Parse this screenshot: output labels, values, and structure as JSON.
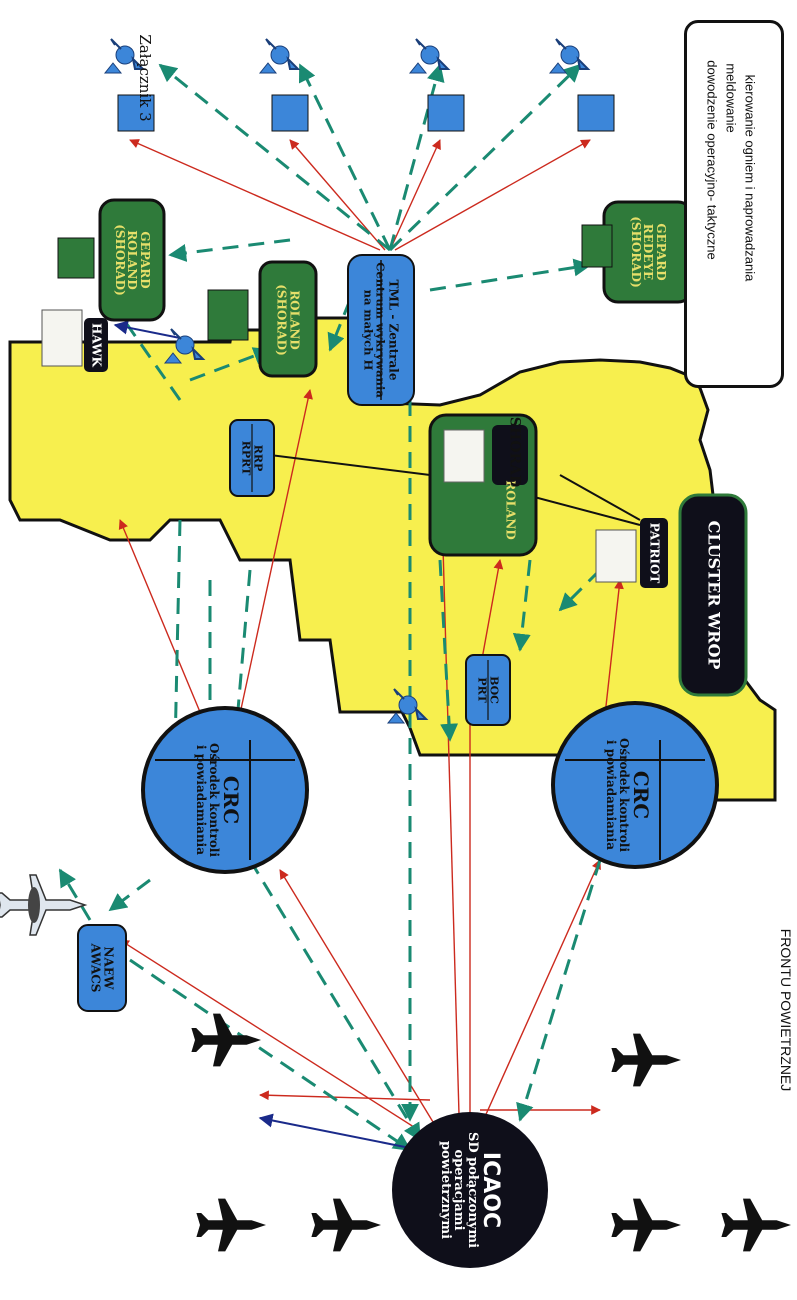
{
  "page_label": "Załącznik 3",
  "bottom_caption": "FRONTU POWIETRZNEJ",
  "nodes": {
    "icaoc": {
      "title": "ICAOC",
      "sub1": "SD połączonymi",
      "sub2": "operacjami",
      "sub3": "powietrznymi"
    },
    "crc1": {
      "title": "CRC",
      "sub1": "Ośrodek kontroli",
      "sub2": "i powiadamiania"
    },
    "crc2": {
      "title": "CRC",
      "sub1": "Ośrodek kontroli",
      "sub2": "i powiadamiania"
    },
    "naew": {
      "line1": "NAEW",
      "line2": "AWACS"
    },
    "tml": {
      "line1": "TML - Zentrale",
      "line2": "Centrum wykrywania",
      "line3": "na małych H"
    },
    "roland_shorad_center": {
      "line1": "ROLAND",
      "line2": "SHORAD"
    },
    "roland_shorad_top": {
      "line1": "ROLAND",
      "line2": "(SHORAD)"
    },
    "gepard_roland": {
      "line1": "GEPARD",
      "line2": "ROLAND",
      "line3": "(SHORAD)"
    },
    "gepard_redeye": {
      "line1": "GEPARD",
      "line2": "REDEYE",
      "line3": "(SHORAD)"
    },
    "hawk": {
      "label": "HAWK"
    },
    "patriot": {
      "label": "PATRIOT"
    },
    "cluster": {
      "label": "CLUSTER WROP"
    },
    "rrp": {
      "line1": "RRP",
      "line2": "RPRT"
    },
    "boc": {
      "line1": "BOC",
      "line2": "PRT"
    }
  },
  "legend": {
    "items": [
      {
        "text": "dowodzenie operacyjno- taktyczne",
        "style": "dotted",
        "color": "#cc2a1e"
      },
      {
        "text": "meldowanie",
        "style": "dashed",
        "color": "#1a8a72"
      },
      {
        "text": "kierowanie ogniem i naprowadzania",
        "style": "solid",
        "color": "#1a2a8a"
      }
    ]
  },
  "colors": {
    "zone": "#f7ef4e",
    "node_blue": "#3c86d9",
    "node_green": "#2f7a3a",
    "dark": "#0f0f1a",
    "red_line": "#cc2a1e",
    "green_line": "#1a8a72",
    "blue_line": "#1a2a8a",
    "text_yellow": "#e6df6a"
  }
}
